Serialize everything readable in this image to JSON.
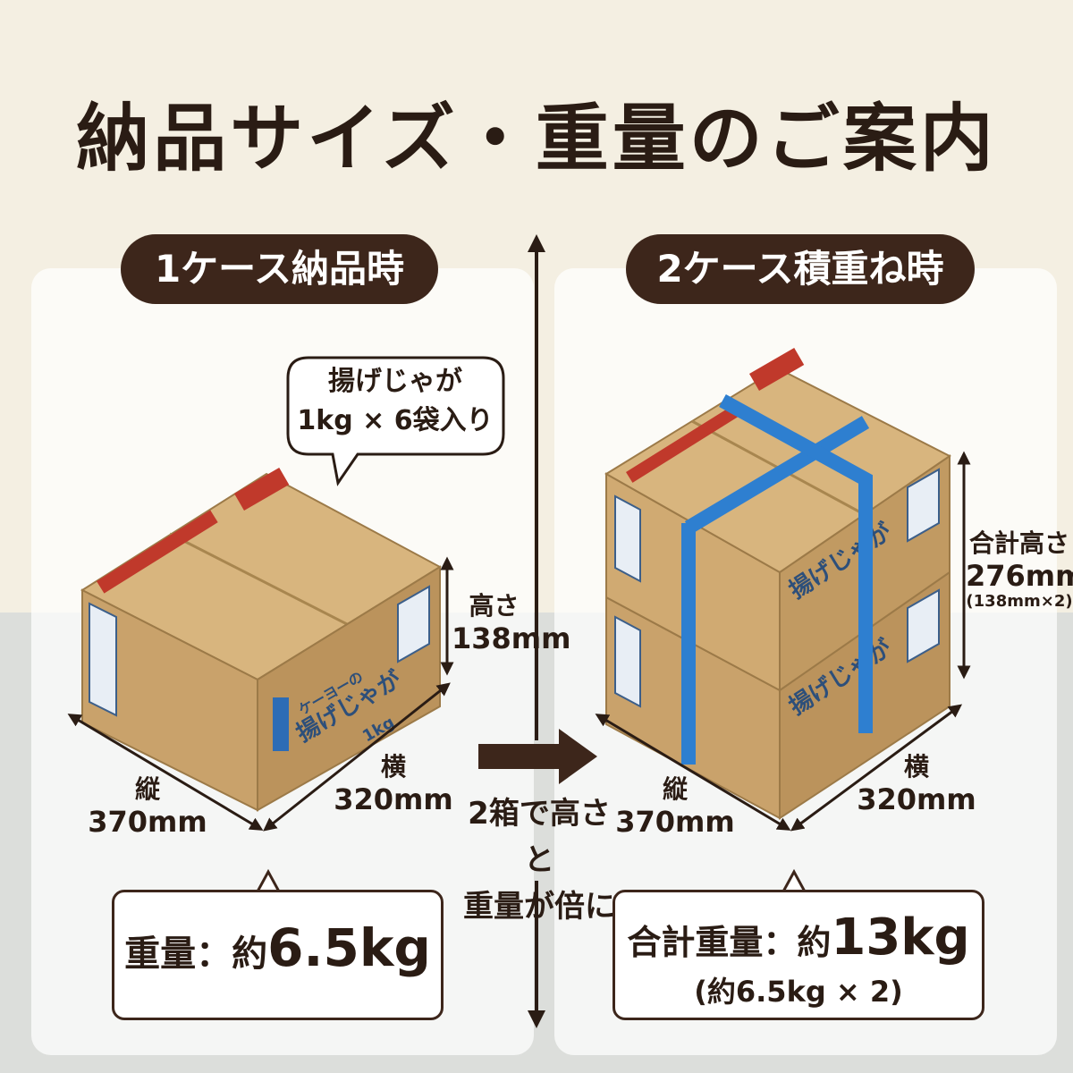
{
  "title": "納品サイズ・重量のご案内",
  "left_panel": {
    "pill": "1ケース納品時",
    "bubble_line1": "揚げじゃが",
    "bubble_line2": "1kg × 6袋入り",
    "height_label": "高さ",
    "height_value": "138mm",
    "depth_label": "縦",
    "depth_value": "370mm",
    "width_label": "横",
    "width_value": "320mm",
    "weight_prefix": "重量：約",
    "weight_value": "6.5kg"
  },
  "center": {
    "note_line1": "2箱で高さと",
    "note_line2": "重量が倍に"
  },
  "right_panel": {
    "pill": "2ケース積重ね時",
    "height_label": "合計高さ",
    "height_value": "276mm",
    "height_note": "(138mm×2)",
    "depth_label": "縦",
    "depth_value": "370mm",
    "width_label": "横",
    "width_value": "320mm",
    "weight_prefix": "合計重量：約",
    "weight_value": "13kg",
    "weight_note": "(約6.5kg × 2)"
  },
  "box_print": {
    "brand": "ケーヨーの",
    "product": "揚げじゃが",
    "size": "1kg"
  },
  "colors": {
    "dark_brown": "#3d261b",
    "cardboard": "#c9a26b",
    "band_blue": "#2e7fd0"
  }
}
